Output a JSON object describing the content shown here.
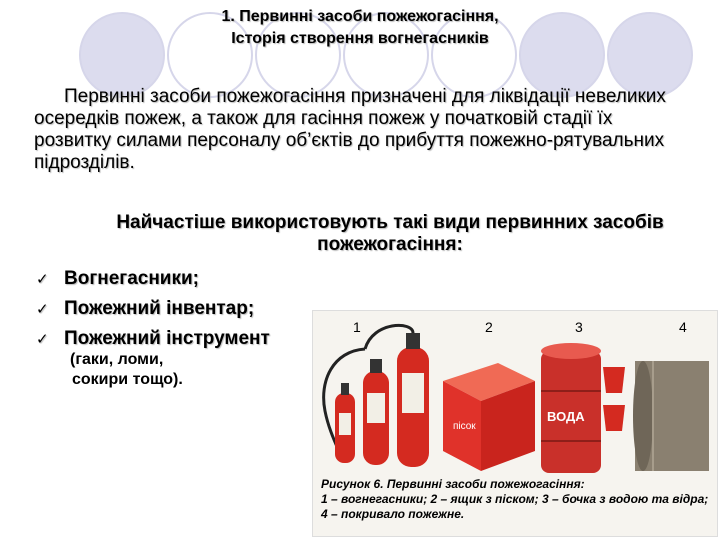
{
  "slide": {
    "title_line1": "1. Первинні засоби пожежогасіння,",
    "title_line2": "Історія створення вогнегасників",
    "intro": "Первинні засоби пожежогасіння призначені для ліквідації невеликих осередків пожеж, а також для гасіння пожеж у початковій стадії їх розвитку силами персоналу об’єктів до прибуття пожежно-рятувальних підрозділів.",
    "heading": "Найчастіше використовують такі види первинних засобів пожежогасіння:",
    "items": [
      "Вогнегасники;",
      "Пожежний інвентар;",
      "Пожежний інструмент"
    ],
    "check_mark": "✓",
    "note_line1": "(гаки, ломи,",
    "note_line2": "сокири тощо)."
  },
  "figure": {
    "numbers": [
      "1",
      "2",
      "3",
      "4"
    ],
    "box_label": "пісок",
    "barrel_label": "ВОДА",
    "caption_title": "Рисунок 6. Первинні засоби пожежогасіння:",
    "caption_body": "1 – вогнегасники; 2 – ящик з піском; 3 – бочка з водою та відра; 4 – покривало пожежне."
  },
  "colors": {
    "circle": "#d6d6ea",
    "extinguisher_red": "#d42a20",
    "box_red": "#e0322a",
    "barrel_red": "#c9302a",
    "blanket": "#8a8070"
  }
}
